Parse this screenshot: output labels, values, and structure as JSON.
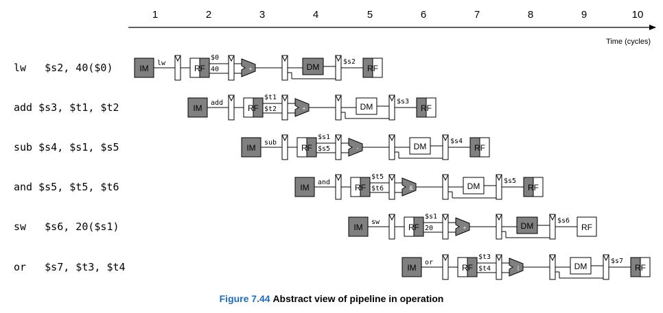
{
  "time_axis": {
    "cycles": [
      "1",
      "2",
      "3",
      "4",
      "5",
      "6",
      "7",
      "8",
      "9",
      "10"
    ],
    "label": "Time (cycles)"
  },
  "instructions": [
    {
      "text": "lw   $s2, 40($0)",
      "if_label": "lw",
      "rs_label": "$0",
      "rt_label": "40",
      "wb_label": "$s2",
      "alu_symbol": "+",
      "shade": {
        "im": true,
        "rf_read": "right",
        "alu": true,
        "dm": true,
        "rf_write": "left"
      }
    },
    {
      "text": "add $s3, $t1, $t2",
      "if_label": "add",
      "rs_label": "$t1",
      "rt_label": "$t2",
      "wb_label": "$s3",
      "alu_symbol": "+",
      "shade": {
        "im": true,
        "rf_read": "right",
        "alu": true,
        "dm": false,
        "rf_write": "left"
      }
    },
    {
      "text": "sub $s4, $s1, $s5",
      "if_label": "sub",
      "rs_label": "$s1",
      "rt_label": "$s5",
      "wb_label": "$s4",
      "alu_symbol": "-",
      "shade": {
        "im": true,
        "rf_read": "right",
        "alu": true,
        "dm": false,
        "rf_write": "left"
      }
    },
    {
      "text": "and $s5, $t5, $t6",
      "if_label": "and",
      "rs_label": "$t5",
      "rt_label": "$t6",
      "wb_label": "$s5",
      "alu_symbol": "&",
      "shade": {
        "im": true,
        "rf_read": "right",
        "alu": true,
        "dm": false,
        "rf_write": "left"
      }
    },
    {
      "text": "sw   $s6, 20($s1)",
      "if_label": "sw",
      "rs_label": "$s1",
      "rt_label": "20",
      "wb_label": "$s6",
      "alu_symbol": "+",
      "shade": {
        "im": true,
        "rf_read": "right",
        "alu": true,
        "dm": true,
        "rf_write": "none"
      }
    },
    {
      "text": "or   $s7, $t3, $t4",
      "if_label": "or",
      "rs_label": "$t3",
      "rt_label": "$t4",
      "wb_label": "$s7",
      "alu_symbol": "|",
      "shade": {
        "im": true,
        "rf_read": "right",
        "alu": true,
        "dm": false,
        "rf_write": "left"
      }
    }
  ],
  "units": {
    "im": "IM",
    "rf": "RF",
    "dm": "DM"
  },
  "caption": {
    "figure": "Figure 7.44",
    "text": "Abstract view of pipeline in operation"
  },
  "colors": {
    "shade": "#808080",
    "accent": "#1f6bb5",
    "line": "#000000"
  }
}
